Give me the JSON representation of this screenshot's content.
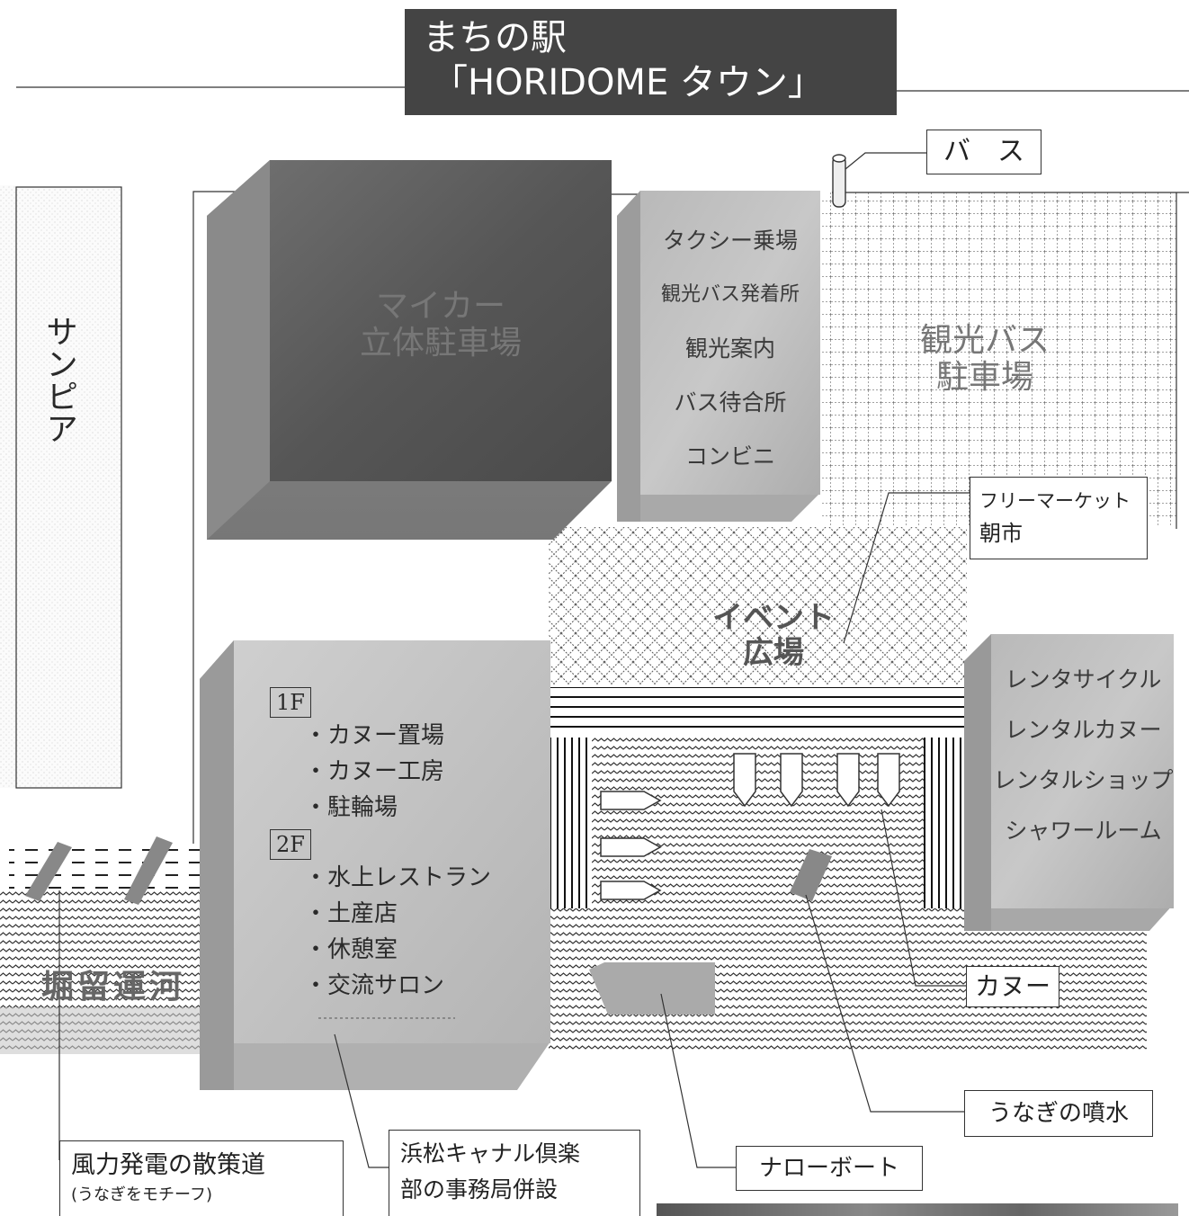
{
  "title": {
    "line1": "まちの駅",
    "line2": "「HORIDOME タウン」"
  },
  "labels": {
    "sunpia": "サンピア",
    "parking_tower": [
      "マイカー",
      "立体駐車場"
    ],
    "terminal_services": [
      "タクシー乗場",
      "観光バス発着所",
      "観光案内",
      "バス待合所",
      "コンビニ"
    ],
    "bus_parking": [
      "観光バス",
      "駐車場"
    ],
    "event_plaza": [
      "イベント",
      "広場"
    ],
    "canal": "堀留運河",
    "rental_services": [
      "レンタサイクル",
      "レンタルカヌー",
      "レンタルショップ",
      "シャワールーム"
    ],
    "building_1f_tag": "1F",
    "building_1f_items": [
      "・カヌー置場",
      "・カヌー工房",
      "・駐輪場"
    ],
    "building_2f_tag": "2F",
    "building_2f_items": [
      "・水上レストラン",
      "・土産店",
      "・休憩室",
      "・交流サロン"
    ]
  },
  "callouts": {
    "bus": "バ　ス",
    "flea_market": [
      "フリーマーケット",
      "朝市"
    ],
    "canoe": "カヌー",
    "eel_fountain": "うなぎの噴水",
    "narrowboat": "ナローボート",
    "canal_club": [
      "浜松キャナル倶楽",
      "部の事務局併設"
    ],
    "wind_path": [
      "風力発電の散策道",
      "(うなぎをモチーフ)"
    ]
  }
}
